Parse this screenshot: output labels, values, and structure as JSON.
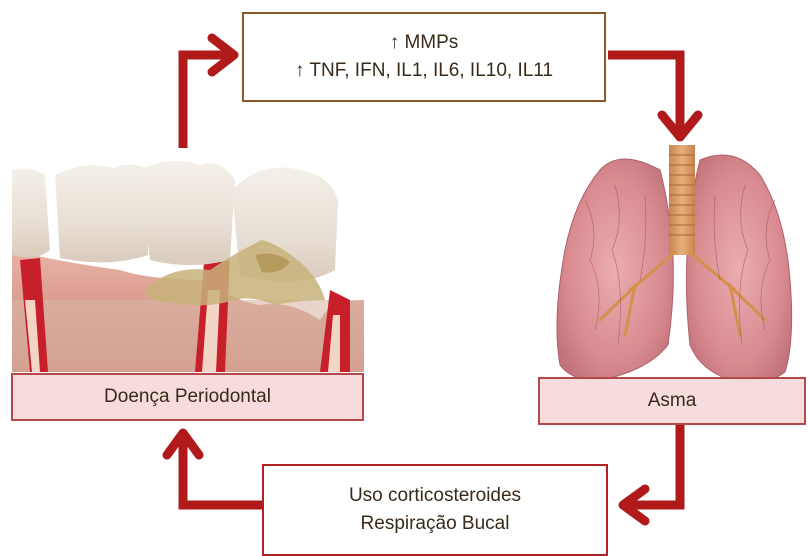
{
  "top_box": {
    "line1": "↑ MMPs",
    "line2": "↑ TNF, IFN, IL1, IL6, IL10, IL11"
  },
  "bottom_box": {
    "line1": "Uso corticosteroides",
    "line2": "Respiração Bucal"
  },
  "left_label": "Doença Periodontal",
  "right_label": "Asma",
  "colors": {
    "arrow": "#b01a1a",
    "top_box_border": "#8a5a2b",
    "bottom_box_border": "#b22222",
    "label_fill": "#f6dcdc",
    "label_border": "#b24a4a"
  }
}
